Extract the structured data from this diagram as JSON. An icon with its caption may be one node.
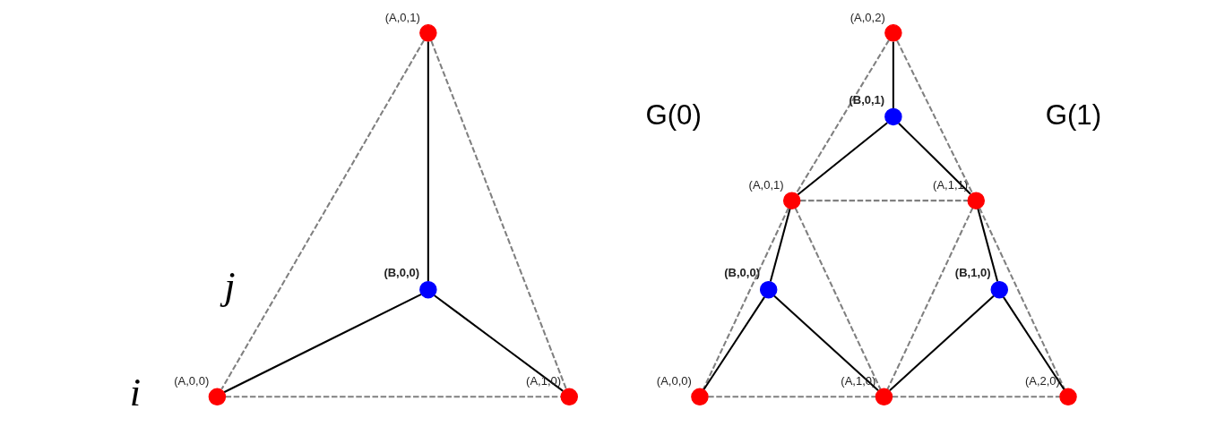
{
  "diagram": {
    "nodes": [
      {
        "text": [],
        "shape": "circle",
        "beside": [
          "(A,0,1)"
        ]
      },
      {
        "text": [],
        "shape": "circle",
        "beside": [
          "(B,0,0)"
        ]
      },
      {
        "text": [],
        "shape": "circle",
        "beside": [
          "(A,0,0)"
        ]
      },
      {
        "text": [],
        "shape": "circle",
        "beside": [
          "(A,1,0)"
        ]
      },
      {
        "text": [],
        "shape": "circle",
        "beside": [
          "(A,0,2)"
        ]
      },
      {
        "text": [],
        "shape": "circle",
        "beside": [
          "(B,0,1)"
        ]
      },
      {
        "text": [],
        "shape": "circle",
        "beside": [
          "(A,0,1)"
        ]
      },
      {
        "text": [],
        "shape": "circle",
        "beside": [
          "(A,1,1)"
        ]
      },
      {
        "text": [],
        "shape": "circle",
        "beside": [
          "(B,0,0)"
        ]
      },
      {
        "text": [],
        "shape": "circle",
        "beside": [
          "(B,1,0)"
        ]
      },
      {
        "text": [],
        "shape": "circle",
        "beside": [
          "(A,0,0)"
        ]
      },
      {
        "text": [],
        "shape": "circle",
        "beside": [
          "(A,1,0)"
        ]
      },
      {
        "text": [],
        "shape": "circle",
        "beside": [
          "(A,2,0)"
        ]
      }
    ],
    "edges": [
      {
        "from": 0,
        "to": 1,
        "arrow": "none"
      },
      {
        "from": 1,
        "to": 2,
        "arrow": "none"
      },
      {
        "from": 1,
        "to": 3,
        "arrow": "none"
      },
      {
        "from": 0,
        "to": 2,
        "arrow": "none",
        "style": "dashed",
        "color": "#808080"
      },
      {
        "from": 0,
        "to": 3,
        "arrow": "none",
        "style": "dashed",
        "color": "#808080"
      },
      {
        "from": 2,
        "to": 3,
        "arrow": "none",
        "style": "dashed",
        "color": "#808080"
      },
      {
        "from": 4,
        "to": 5,
        "arrow": "none"
      },
      {
        "from": 5,
        "to": 6,
        "arrow": "none"
      },
      {
        "from": 5,
        "to": 7,
        "arrow": "none"
      },
      {
        "from": 6,
        "to": 8,
        "arrow": "none"
      },
      {
        "from": 7,
        "to": 9,
        "arrow": "none"
      },
      {
        "from": 8,
        "to": 10,
        "arrow": "none"
      },
      {
        "from": 8,
        "to": 11,
        "arrow": "none"
      },
      {
        "from": 9,
        "to": 11,
        "arrow": "none"
      },
      {
        "from": 9,
        "to": 12,
        "arrow": "none"
      },
      {
        "from": 4,
        "to": 6,
        "arrow": "none",
        "style": "dashed",
        "color": "#808080"
      },
      {
        "from": 4,
        "to": 7,
        "arrow": "none",
        "style": "dashed",
        "color": "#808080"
      },
      {
        "from": 6,
        "to": 7,
        "arrow": "none",
        "style": "dashed",
        "color": "#808080"
      },
      {
        "from": 6,
        "to": 10,
        "arrow": "none",
        "style": "dashed",
        "color": "#808080"
      },
      {
        "from": 6,
        "to": 11,
        "arrow": "none",
        "style": "dashed",
        "color": "#808080"
      },
      {
        "from": 7,
        "to": 11,
        "arrow": "none",
        "style": "dashed",
        "color": "#808080"
      },
      {
        "from": 7,
        "to": 12,
        "arrow": "none",
        "style": "dashed",
        "color": "#808080"
      },
      {
        "from": 10,
        "to": 11,
        "arrow": "none",
        "style": "dashed",
        "color": "#808080"
      },
      {
        "from": 11,
        "to": 12,
        "arrow": "none",
        "style": "dashed",
        "color": "#808080"
      }
    ],
    "labels": [
      "G(0)",
      "G(1)",
      "j",
      "i"
    ]
  }
}
